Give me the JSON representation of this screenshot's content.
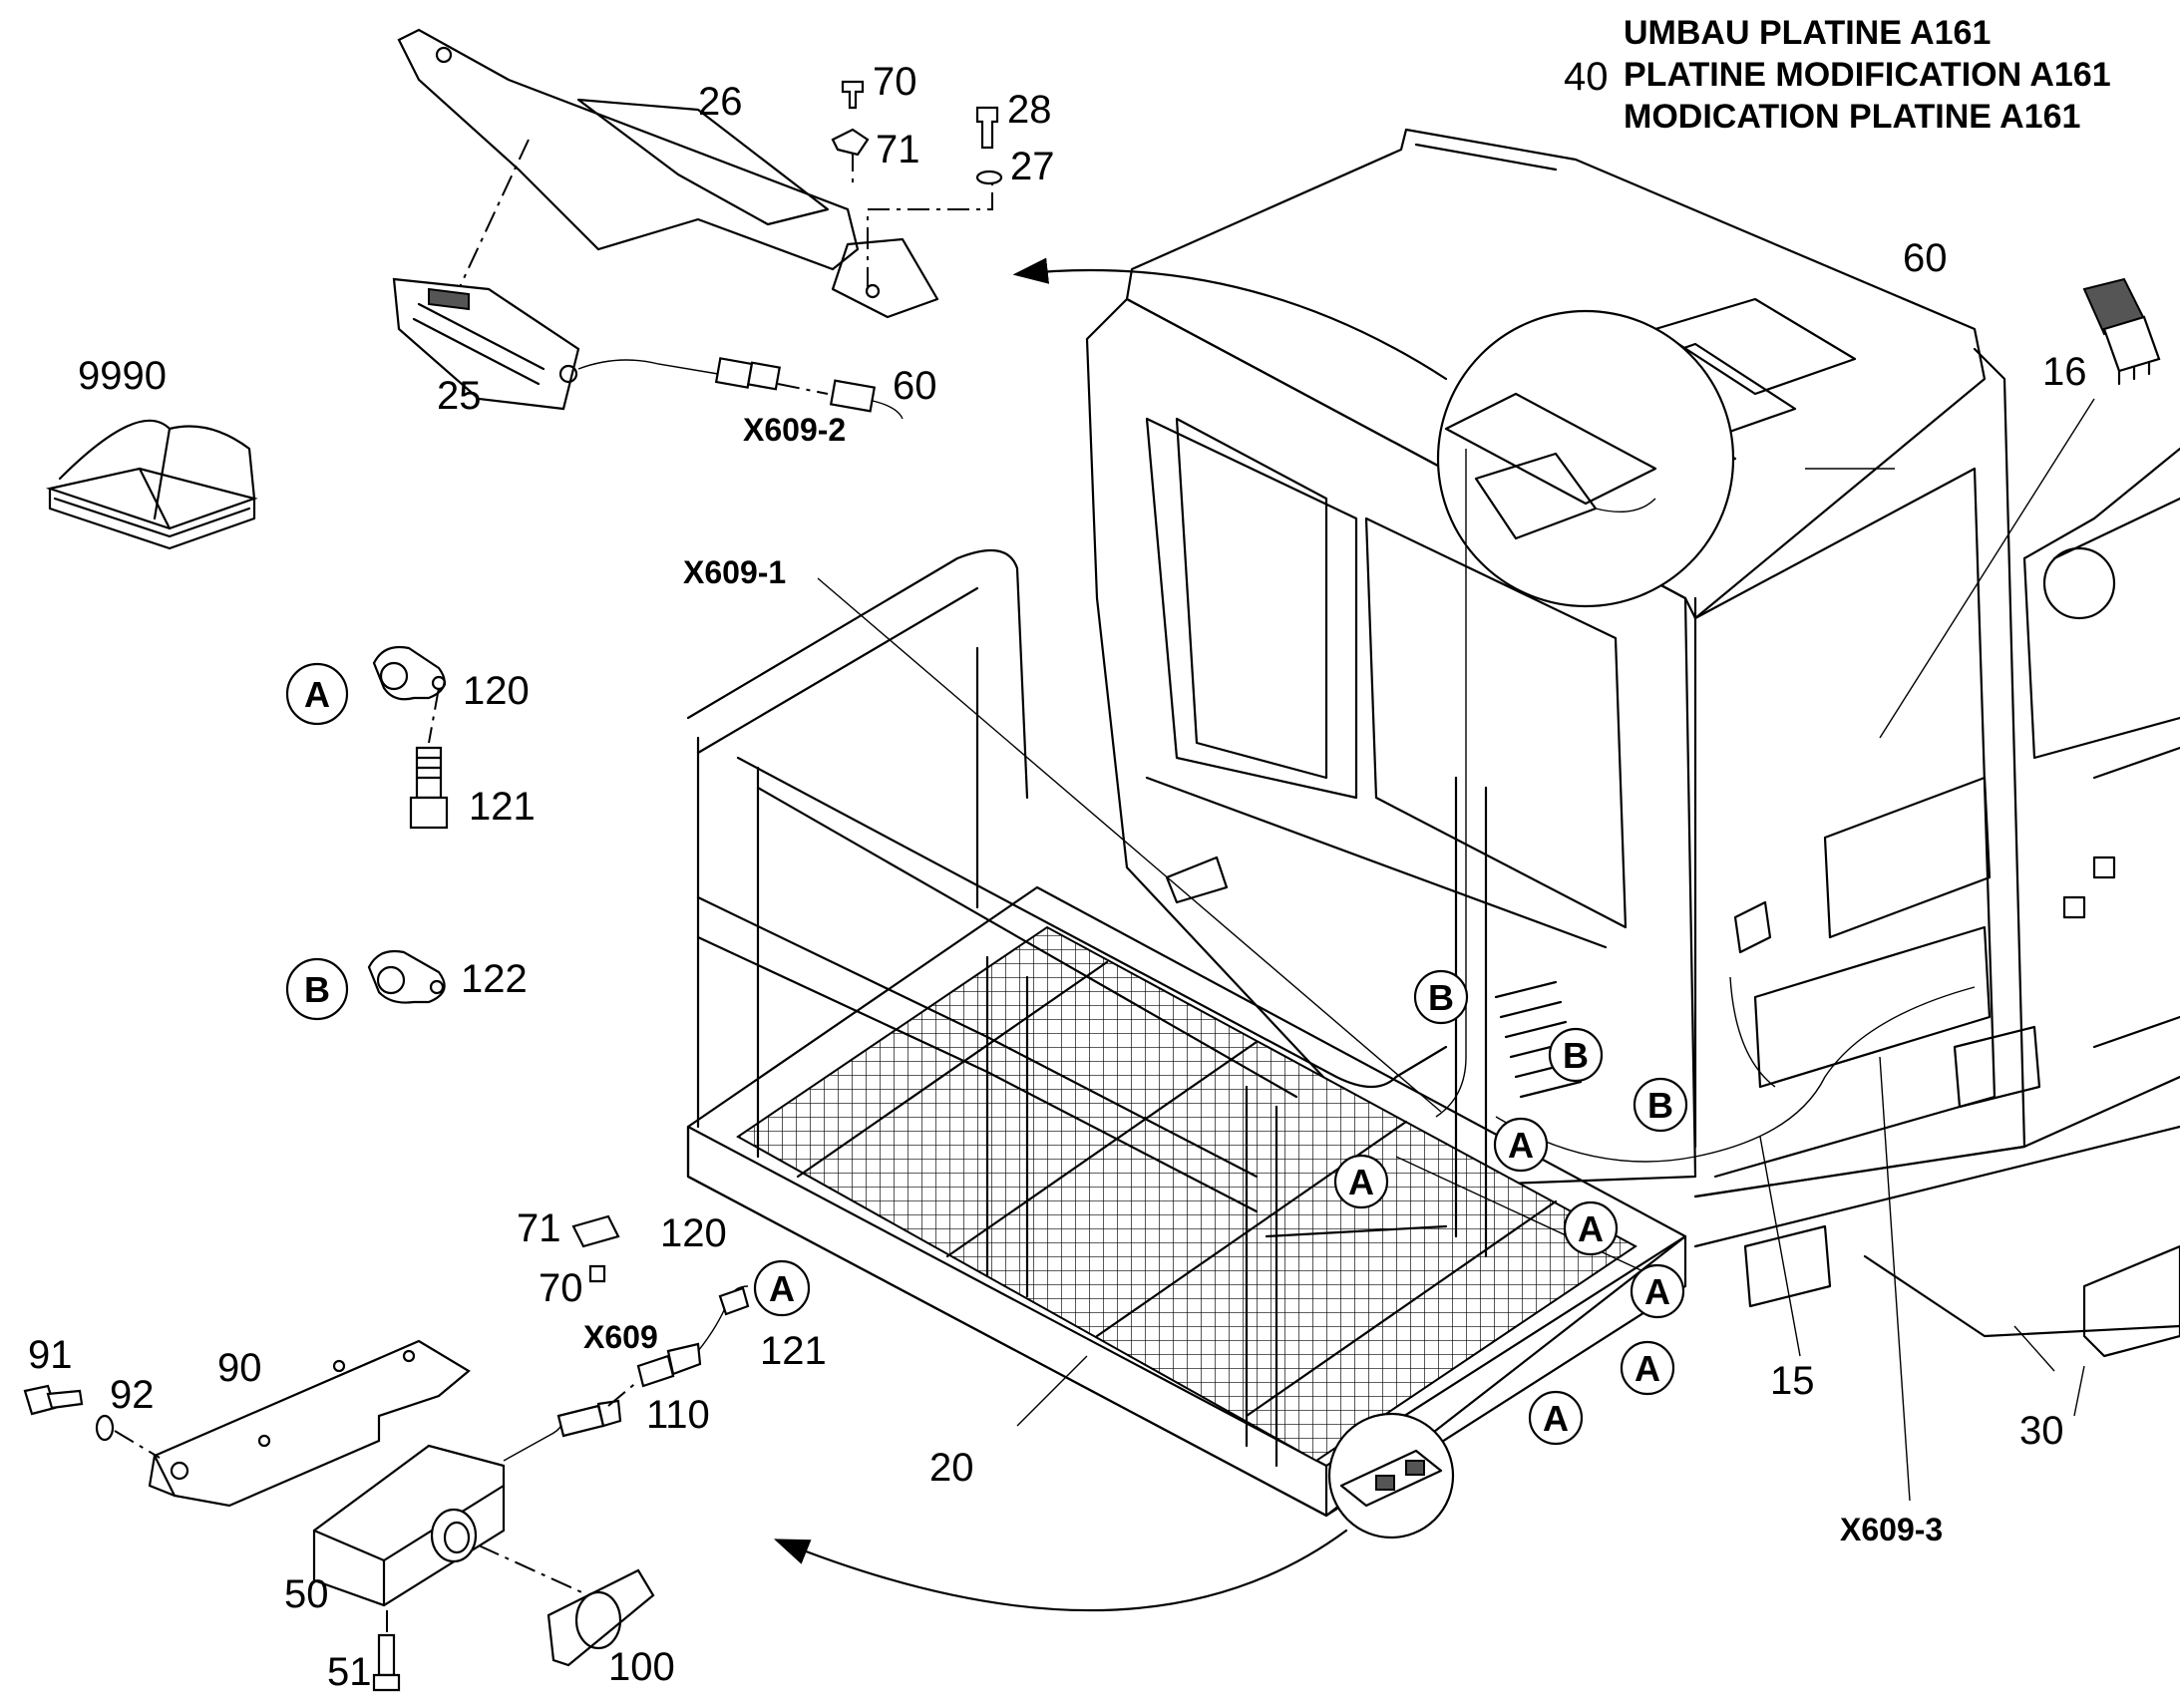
{
  "title": {
    "prefix": "40",
    "line1": "UMBAU PLATINE A161",
    "line2": "PLATINE MODIFICATION A161",
    "line3": "MODICATION PLATINE A161"
  },
  "part_numbers": {
    "p9990": "9990",
    "p26": "26",
    "p70_top": "70",
    "p71_top": "71",
    "p28": "28",
    "p27": "27",
    "p25": "25",
    "p60_top": "60",
    "p60_right": "60",
    "p16": "16",
    "p120_a": "120",
    "p121_a": "121",
    "p122": "122",
    "p71_bottom": "71",
    "p70_bottom": "70",
    "p120_bottom": "120",
    "p121_bottom": "121",
    "p110": "110",
    "p91": "91",
    "p92": "92",
    "p90": "90",
    "p50": "50",
    "p51": "51",
    "p100": "100",
    "p20": "20",
    "p15": "15",
    "p30": "30"
  },
  "connectors": {
    "x609_2": "X609-2",
    "x609_1": "X609-1",
    "x609": "X609",
    "x609_3": "X609-3"
  },
  "callouts": {
    "a": "A",
    "b": "B"
  },
  "icons": [
    "manual-book-icon",
    "clip-icon",
    "bolt-icon",
    "lamp-icon",
    "connector-icon",
    "switch-icon"
  ]
}
